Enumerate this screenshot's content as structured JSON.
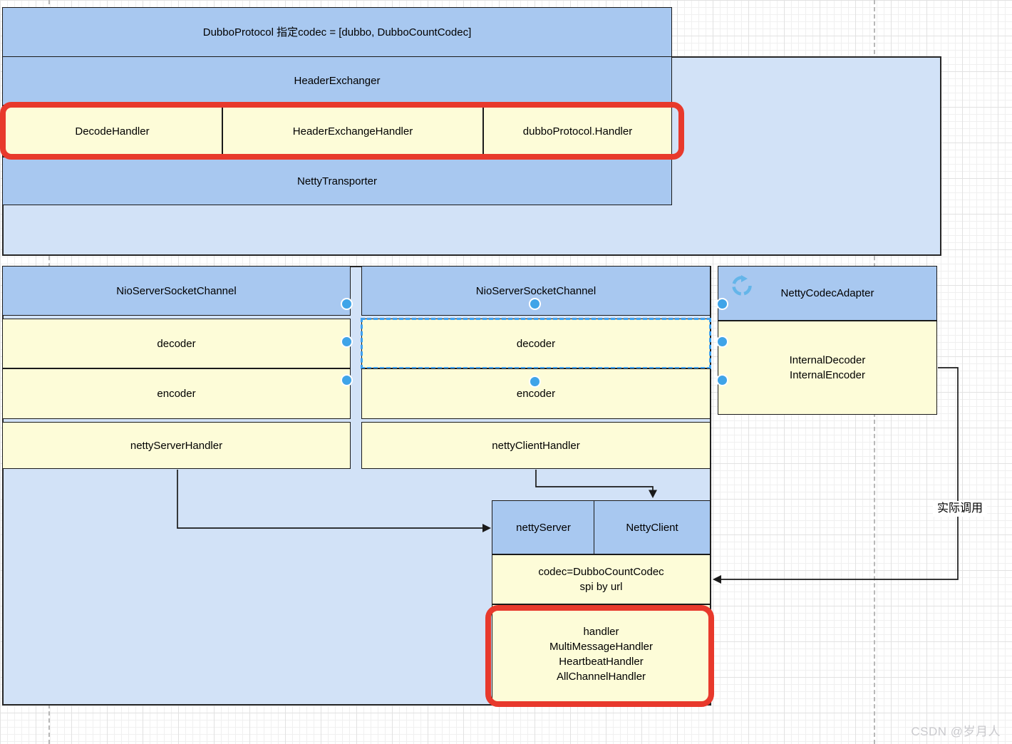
{
  "canvas": {
    "watermark": "CSDN @岁月人",
    "colors": {
      "box_blue": "#a8c8f0",
      "container_blue": "#d2e2f7",
      "box_yellow": "#fdfcd8",
      "highlight_red": "#e8392c",
      "connection_point_blue": "#3fa4e8"
    }
  },
  "upper": {
    "dubbo_protocol": "DubboProtocol 指定codec = [dubbo, DubboCountCodec]",
    "header_exchanger": "HeaderExchanger",
    "decode_handler": "DecodeHandler",
    "header_exchange_handler": "HeaderExchangeHandler",
    "dubbo_protocol_handler": "dubboProtocol.Handler",
    "netty_transporter": "NettyTransporter"
  },
  "server_column": {
    "header": "NioServerSocketChannel",
    "decoder": "decoder",
    "encoder": "encoder",
    "handler": "nettyServerHandler"
  },
  "client_column": {
    "header": "NioServerSocketChannel",
    "decoder": "decoder",
    "encoder": "encoder",
    "handler": "nettyClientHandler"
  },
  "adapter": {
    "header": "NettyCodecAdapter",
    "internal_decoder": "InternalDecoder",
    "internal_encoder": "InternalEncoder"
  },
  "bottom": {
    "netty_server": "nettyServer",
    "netty_client": "NettyClient",
    "codec_line1": "codec=DubboCountCodec",
    "codec_line2": "spi by url",
    "handler_lines": [
      "handler",
      "MultiMessageHandler",
      "HeartbeatHandler",
      "AllChannelHandler"
    ]
  },
  "edges": {
    "actual_call_label": "实际调用"
  }
}
